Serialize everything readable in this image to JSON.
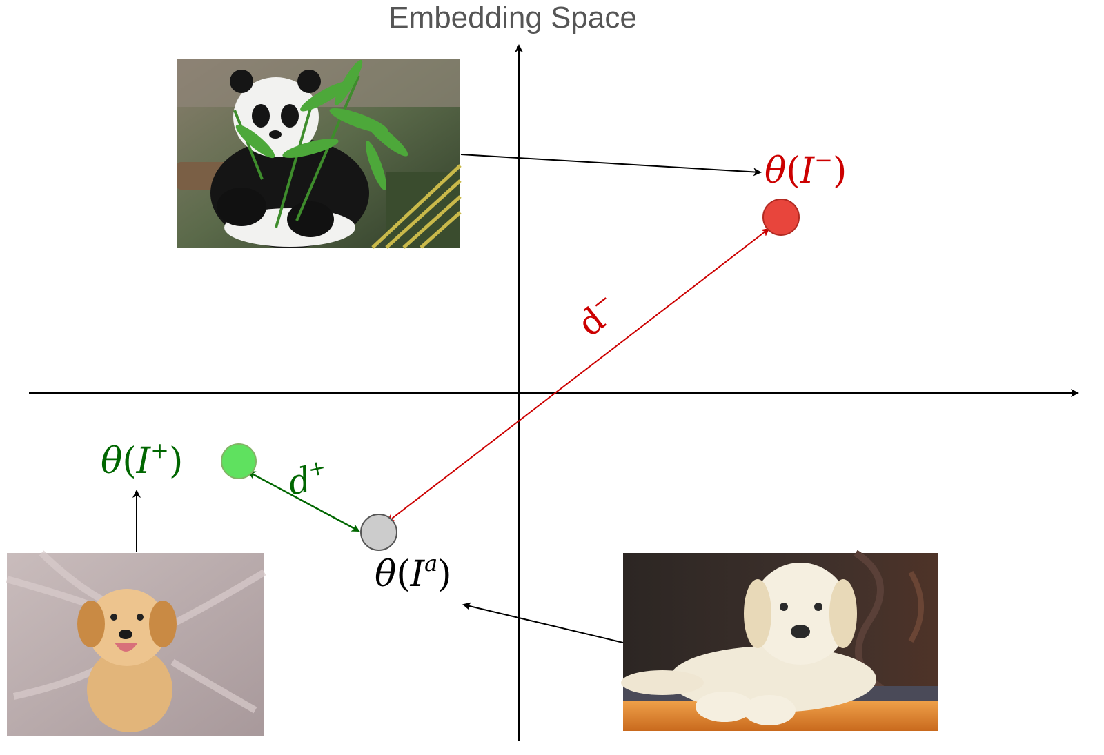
{
  "title": "Embedding Space",
  "labels": {
    "negative": {
      "theta": "θ",
      "open": "(",
      "var": "I",
      "sup": "−",
      "close": ")"
    },
    "positive": {
      "theta": "θ",
      "open": "(",
      "var": "I",
      "sup": "+",
      "close": ")"
    },
    "anchor": {
      "theta": "θ",
      "open": "(",
      "var": "I",
      "sup": "a",
      "close": ")"
    },
    "d_neg": {
      "base": "d",
      "sup": "−"
    },
    "d_pos": {
      "base": "d",
      "sup": "+"
    }
  },
  "points": {
    "negative": {
      "fill": "#e8453c",
      "stroke": "#b22a22"
    },
    "positive": {
      "fill": "#5fe15f",
      "stroke": "#82b366"
    },
    "anchor": {
      "fill": "#cccccc",
      "stroke": "#555555"
    }
  },
  "colors": {
    "negative": "#cc0000",
    "positive": "#006600",
    "axis": "#000000"
  },
  "images": [
    {
      "name": "panda-photo",
      "depicts": "panda"
    },
    {
      "name": "golden-puppy-photo",
      "depicts": "golden retriever puppy"
    },
    {
      "name": "labrador-puppy-photo",
      "depicts": "labrador puppy"
    }
  ]
}
